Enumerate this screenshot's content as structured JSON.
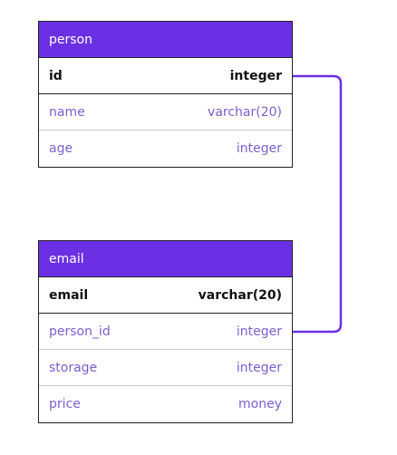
{
  "accent_color": "#6b30e3",
  "column_text_color": "#7a5fd0",
  "tables": [
    {
      "name": "person",
      "rows": [
        {
          "name": "id",
          "type": "integer",
          "key": true
        },
        {
          "name": "name",
          "type": "varchar(20)",
          "key": false
        },
        {
          "name": "age",
          "type": "integer",
          "key": false
        }
      ]
    },
    {
      "name": "email",
      "rows": [
        {
          "name": "email",
          "type": "varchar(20)",
          "key": true
        },
        {
          "name": "person_id",
          "type": "integer",
          "key": false
        },
        {
          "name": "storage",
          "type": "integer",
          "key": false
        },
        {
          "name": "price",
          "type": "money",
          "key": false
        }
      ]
    }
  ],
  "relations": [
    {
      "from": "person.id",
      "to": "email.person_id"
    }
  ]
}
